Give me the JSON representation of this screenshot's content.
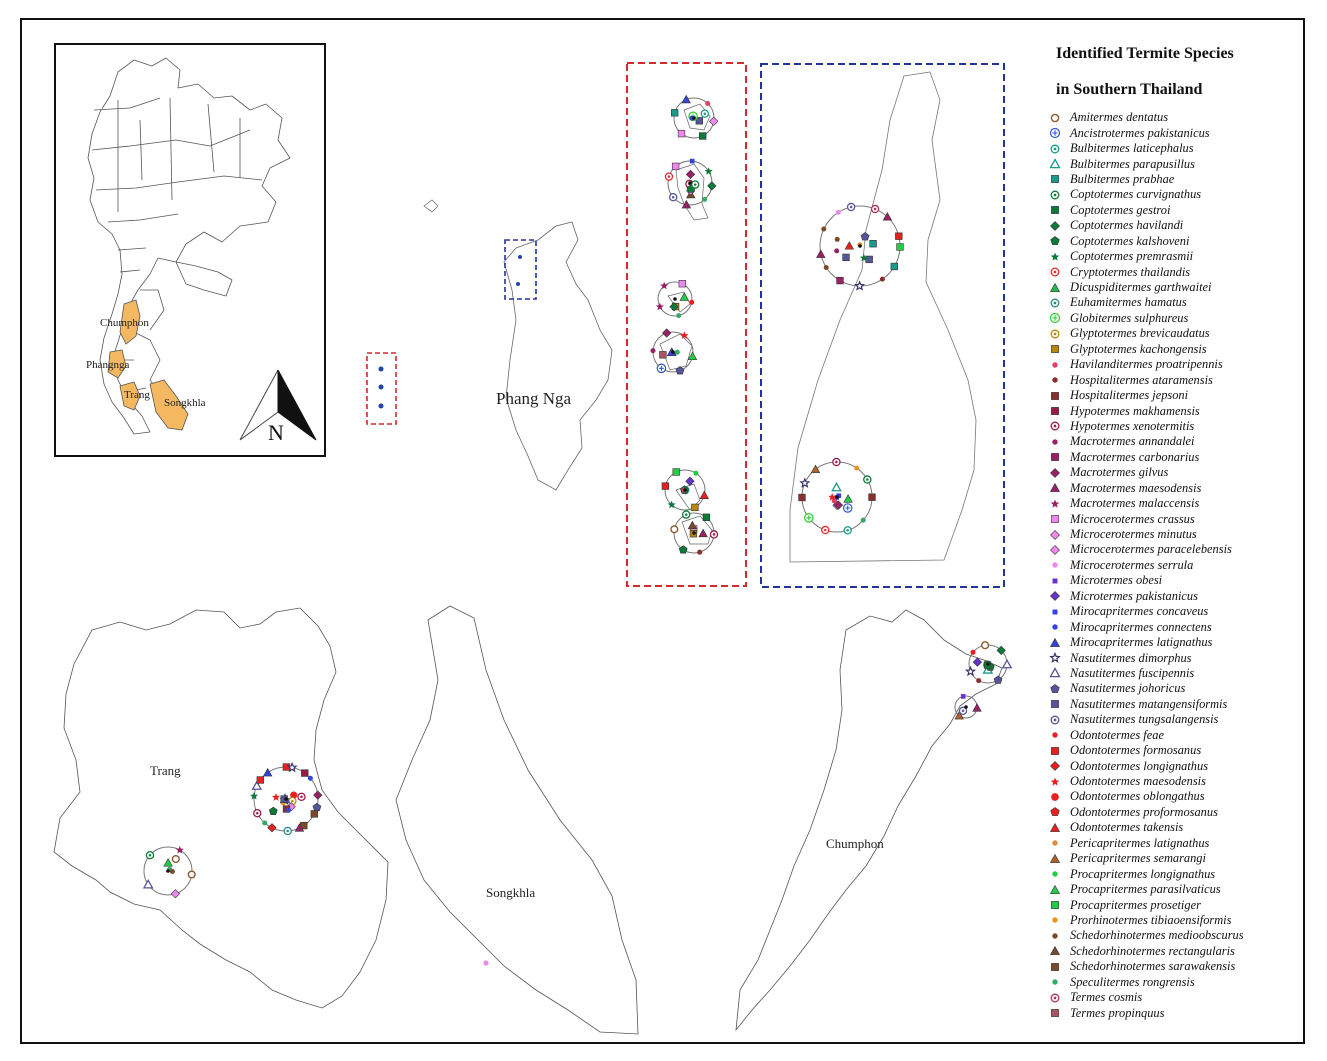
{
  "legend": {
    "title_line1": "Identified Termite Species",
    "title_line2": "in Southern Thailand",
    "items": [
      {
        "label": "Amitermes dentatus",
        "shape": "ring",
        "color": "#8B5A2B"
      },
      {
        "label": "Ancistrotermes pakistanicus",
        "shape": "plus-circle",
        "color": "#3355CC"
      },
      {
        "label": "Bulbitermes laticephalus",
        "shape": "ring-dot",
        "color": "#1A9A8A"
      },
      {
        "label": "Bulbitermes parapusillus",
        "shape": "triangle-open",
        "color": "#1A9A8A"
      },
      {
        "label": "Bulbitermes prabhae",
        "shape": "square",
        "color": "#1A9A8A"
      },
      {
        "label": "Coptotermes curvignathus",
        "shape": "ring-dot",
        "color": "#0E7A3A"
      },
      {
        "label": "Coptotermes gestroi",
        "shape": "square",
        "color": "#0E7A3A"
      },
      {
        "label": "Coptotermes havilandi",
        "shape": "diamond",
        "color": "#0E7A3A"
      },
      {
        "label": "Coptotermes kalshoveni",
        "shape": "pentagon",
        "color": "#0E7A3A"
      },
      {
        "label": "Coptotermes premrasmii",
        "shape": "star",
        "color": "#0E7A3A"
      },
      {
        "label": "Cryptotermes thailandis",
        "shape": "ring-dot",
        "color": "#E03030"
      },
      {
        "label": "Dicuspiditermes garthwaitei",
        "shape": "triangle",
        "color": "#22BB44"
      },
      {
        "label": "Euhamitermes hamatus",
        "shape": "ring-dot",
        "color": "#2A8A8A"
      },
      {
        "label": "Globitermes sulphureus",
        "shape": "plus-circle",
        "color": "#33CC33"
      },
      {
        "label": "Glyptotermes brevicaudatus",
        "shape": "ring-dot",
        "color": "#B8860B"
      },
      {
        "label": "Glyptotermes kachongensis",
        "shape": "square",
        "color": "#B8860B"
      },
      {
        "label": "Havilanditermes proatripennis",
        "shape": "dot",
        "color": "#E04060"
      },
      {
        "label": "Hospitalitermes ataramensis",
        "shape": "dot",
        "color": "#8B2E2E"
      },
      {
        "label": "Hospitalitermes jepsoni",
        "shape": "square",
        "color": "#8B2E2E"
      },
      {
        "label": "Hypotermes makhamensis",
        "shape": "square",
        "color": "#9A1A4A"
      },
      {
        "label": "Hypotermes xenotermitis",
        "shape": "ring-dot",
        "color": "#9A1A4A"
      },
      {
        "label": "Macrotermes annandalei",
        "shape": "dot",
        "color": "#992266"
      },
      {
        "label": "Macrotermes carbonarius",
        "shape": "square",
        "color": "#992266"
      },
      {
        "label": "Macrotermes gilvus",
        "shape": "diamond",
        "color": "#992266"
      },
      {
        "label": "Macrotermes maesodensis",
        "shape": "triangle",
        "color": "#992266"
      },
      {
        "label": "Macrotermes malaccensis",
        "shape": "star",
        "color": "#992266"
      },
      {
        "label": "Microcerotermes crassus",
        "shape": "square",
        "color": "#EE88EE"
      },
      {
        "label": "Microcerotermes minutus",
        "shape": "diamond",
        "color": "#EE88EE"
      },
      {
        "label": "Microcerotermes paracelebensis",
        "shape": "diamond",
        "color": "#EE88EE"
      },
      {
        "label": "Microcerotermes serrula",
        "shape": "dot",
        "color": "#EE88EE"
      },
      {
        "label": "Microtermes obesi",
        "shape": "square-small",
        "color": "#6633CC"
      },
      {
        "label": "Microtermes pakistanicus",
        "shape": "diamond",
        "color": "#6633CC"
      },
      {
        "label": "Mirocapritermes concaveus",
        "shape": "square-small",
        "color": "#3344DD"
      },
      {
        "label": "Mirocapritermes connectens",
        "shape": "dot",
        "color": "#3344DD"
      },
      {
        "label": "Mirocapritermes latignathus",
        "shape": "triangle",
        "color": "#3344DD"
      },
      {
        "label": "Nasutitermes dimorphus",
        "shape": "star-open",
        "color": "#333366"
      },
      {
        "label": "Nasutitermes fuscipennis",
        "shape": "triangle-open",
        "color": "#555599"
      },
      {
        "label": "Nasutitermes johoricus",
        "shape": "pentagon",
        "color": "#555599"
      },
      {
        "label": "Nasutitermes matangensiformis",
        "shape": "square",
        "color": "#555599"
      },
      {
        "label": "Nasutitermes tungsalangensis",
        "shape": "ring-dot",
        "color": "#555599"
      },
      {
        "label": "Odontotermes feae",
        "shape": "dot",
        "color": "#E82020"
      },
      {
        "label": "Odontotermes formosanus",
        "shape": "square",
        "color": "#E82020"
      },
      {
        "label": "Odontotermes longignathus",
        "shape": "diamond",
        "color": "#E82020"
      },
      {
        "label": "Odontotermes maesodensis",
        "shape": "star",
        "color": "#E82020"
      },
      {
        "label": "Odontotermes oblongathus",
        "shape": "dot-large",
        "color": "#E82020"
      },
      {
        "label": "Odontotermes proformosanus",
        "shape": "pentagon",
        "color": "#E82020"
      },
      {
        "label": "Odontotermes takensis",
        "shape": "triangle",
        "color": "#E82020"
      },
      {
        "label": "Pericapritermes latignathus",
        "shape": "dot",
        "color": "#E08A3A"
      },
      {
        "label": "Pericapritermes semarangi",
        "shape": "triangle",
        "color": "#B0602A"
      },
      {
        "label": "Procapritermes longignathus",
        "shape": "dot",
        "color": "#22CC44"
      },
      {
        "label": "Procapritermes parasilvaticus",
        "shape": "triangle",
        "color": "#22CC44"
      },
      {
        "label": "Procapritermes prosetiger",
        "shape": "square",
        "color": "#22CC44"
      },
      {
        "label": "Prorhinotermes tibiaoensiformis",
        "shape": "dot",
        "color": "#F09020"
      },
      {
        "label": "Schedorhinotermes medioobscurus",
        "shape": "dot",
        "color": "#7A4A2A"
      },
      {
        "label": "Schedorhinotermes rectangularis",
        "shape": "triangle",
        "color": "#7A4A2A"
      },
      {
        "label": "Schedorhinotermes sarawakensis",
        "shape": "square",
        "color": "#7A4A2A"
      },
      {
        "label": "Speculitermes rongrensis",
        "shape": "dot",
        "color": "#33AA66"
      },
      {
        "label": "Termes cosmis",
        "shape": "ring-dot",
        "color": "#AA3355"
      },
      {
        "label": "Termes propinquus",
        "shape": "square",
        "color": "#AA5566"
      }
    ]
  },
  "maps": {
    "thailand_inset_labels": [
      "Chumphon",
      "Phangnga",
      "Trang",
      "Songkhla"
    ],
    "north_arrow": "N",
    "phang_nga_label": "Phang Nga",
    "trang_label": "Trang",
    "songkhla_label": "Songkhla",
    "chumphon_label": "Chumphon"
  },
  "colors": {
    "highlight_province": "#F4B860",
    "red_box": "#D22B2B",
    "blue_box": "#22339A",
    "map_outline": "#444444"
  }
}
